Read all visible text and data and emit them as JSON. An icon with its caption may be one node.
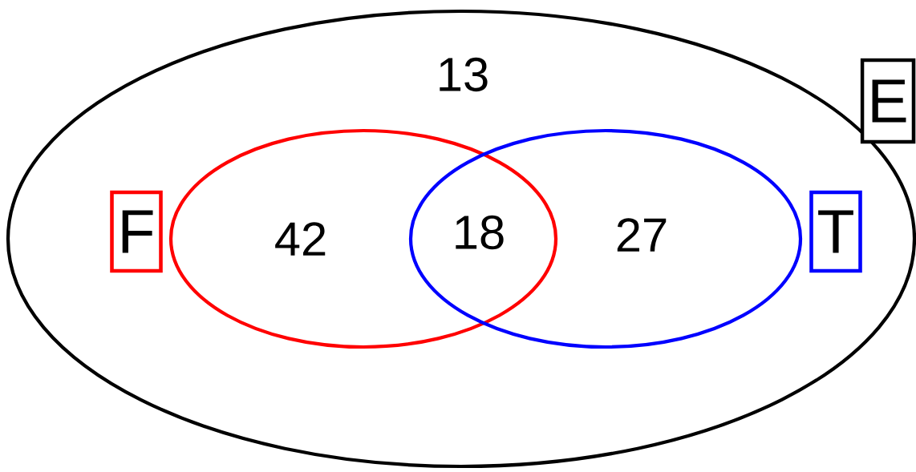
{
  "diagram": {
    "nodes": [
      {
        "text": [
          "13"
        ]
      },
      {
        "text": [
          "42"
        ],
        "in": 0
      },
      {
        "text": [
          "27"
        ],
        "in": 0
      },
      {
        "text": [
          "E"
        ]
      },
      {
        "text": [
          "F"
        ],
        "in": 0
      },
      {
        "text": [
          "T"
        ],
        "in": 0
      }
    ],
    "labels": [
      "18"
    ]
  }
}
